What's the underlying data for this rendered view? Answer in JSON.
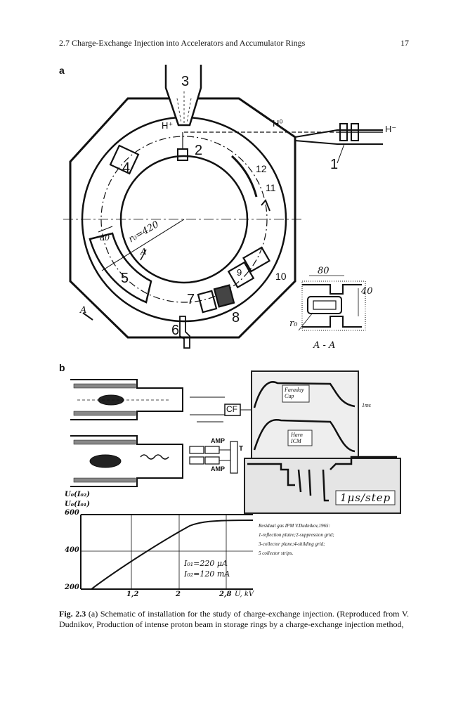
{
  "header": {
    "section": "2.7   Charge-Exchange Injection into Accelerators and Accumulator Rings",
    "page": "17"
  },
  "panel_a": {
    "label": "a",
    "numbers": [
      "1",
      "2",
      "3",
      "4",
      "5",
      "6",
      "7",
      "8",
      "9",
      "10",
      "11",
      "12"
    ],
    "beam_hminus": "H⁻",
    "beam_h0": "H⁰",
    "beam_hplus": "H⁺",
    "radius_label": "r₀=420",
    "dim_80": "80",
    "section_A": "A",
    "inset_80": "80",
    "inset_40": "40",
    "inset_r0": "r₀",
    "inset_title": "A - A"
  },
  "panel_b": {
    "label": "b",
    "cf_label": "CF",
    "amp_label": "AMP",
    "amp_label2": "AMP",
    "t_label": "T",
    "scope1": {
      "title_line1": "Faraday",
      "title_line2": "Cup",
      "time": "1ms"
    },
    "scope2": {
      "title_line1": "Harn",
      "title_line2": "ICM"
    },
    "scope3": {
      "time": "1μs/step"
    },
    "notes": [
      "Residual gas IPM V.Dudnikov,1965:",
      "1-reflection platre;2-suppression grid;",
      "3-collector plane;4-shilding grid;",
      "5 collector strips."
    ],
    "graph": {
      "ylabel_top": "U₀(I₀₂)",
      "ylabel_bot": "U₀(I₀₁)",
      "yticks": [
        "600",
        "400",
        "200"
      ],
      "xticks": [
        "1,2",
        "2",
        "2,8"
      ],
      "xunit": "U, kV",
      "i01": "I₀₁=220 μA",
      "i02": "I₀₂=120 mA"
    }
  },
  "caption": {
    "label": "Fig. 2.3",
    "text": " (a) Schematic of installation for the study of charge-exchange injection. (Reproduced from V. Dudnikov, Production of intense proton beam in storage rings by a charge-exchange injection method,"
  }
}
